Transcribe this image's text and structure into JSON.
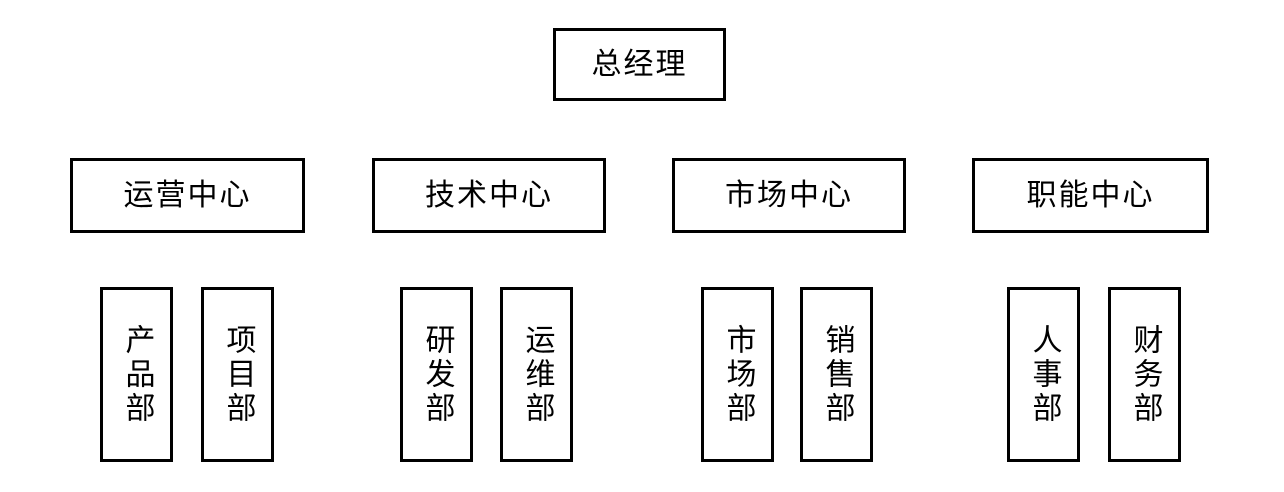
{
  "org": {
    "root": "总经理",
    "groups": [
      {
        "center": "运营中心",
        "departments": [
          "产品部",
          "项目部"
        ]
      },
      {
        "center": "技术中心",
        "departments": [
          "研发部",
          "运维部"
        ]
      },
      {
        "center": "市场中心",
        "departments": [
          "市场部",
          "销售部"
        ]
      },
      {
        "center": "职能中心",
        "departments": [
          "人事部",
          "财务部"
        ]
      }
    ],
    "colors": {
      "border": "#000000",
      "background": "#ffffff",
      "text": "#000000"
    }
  }
}
